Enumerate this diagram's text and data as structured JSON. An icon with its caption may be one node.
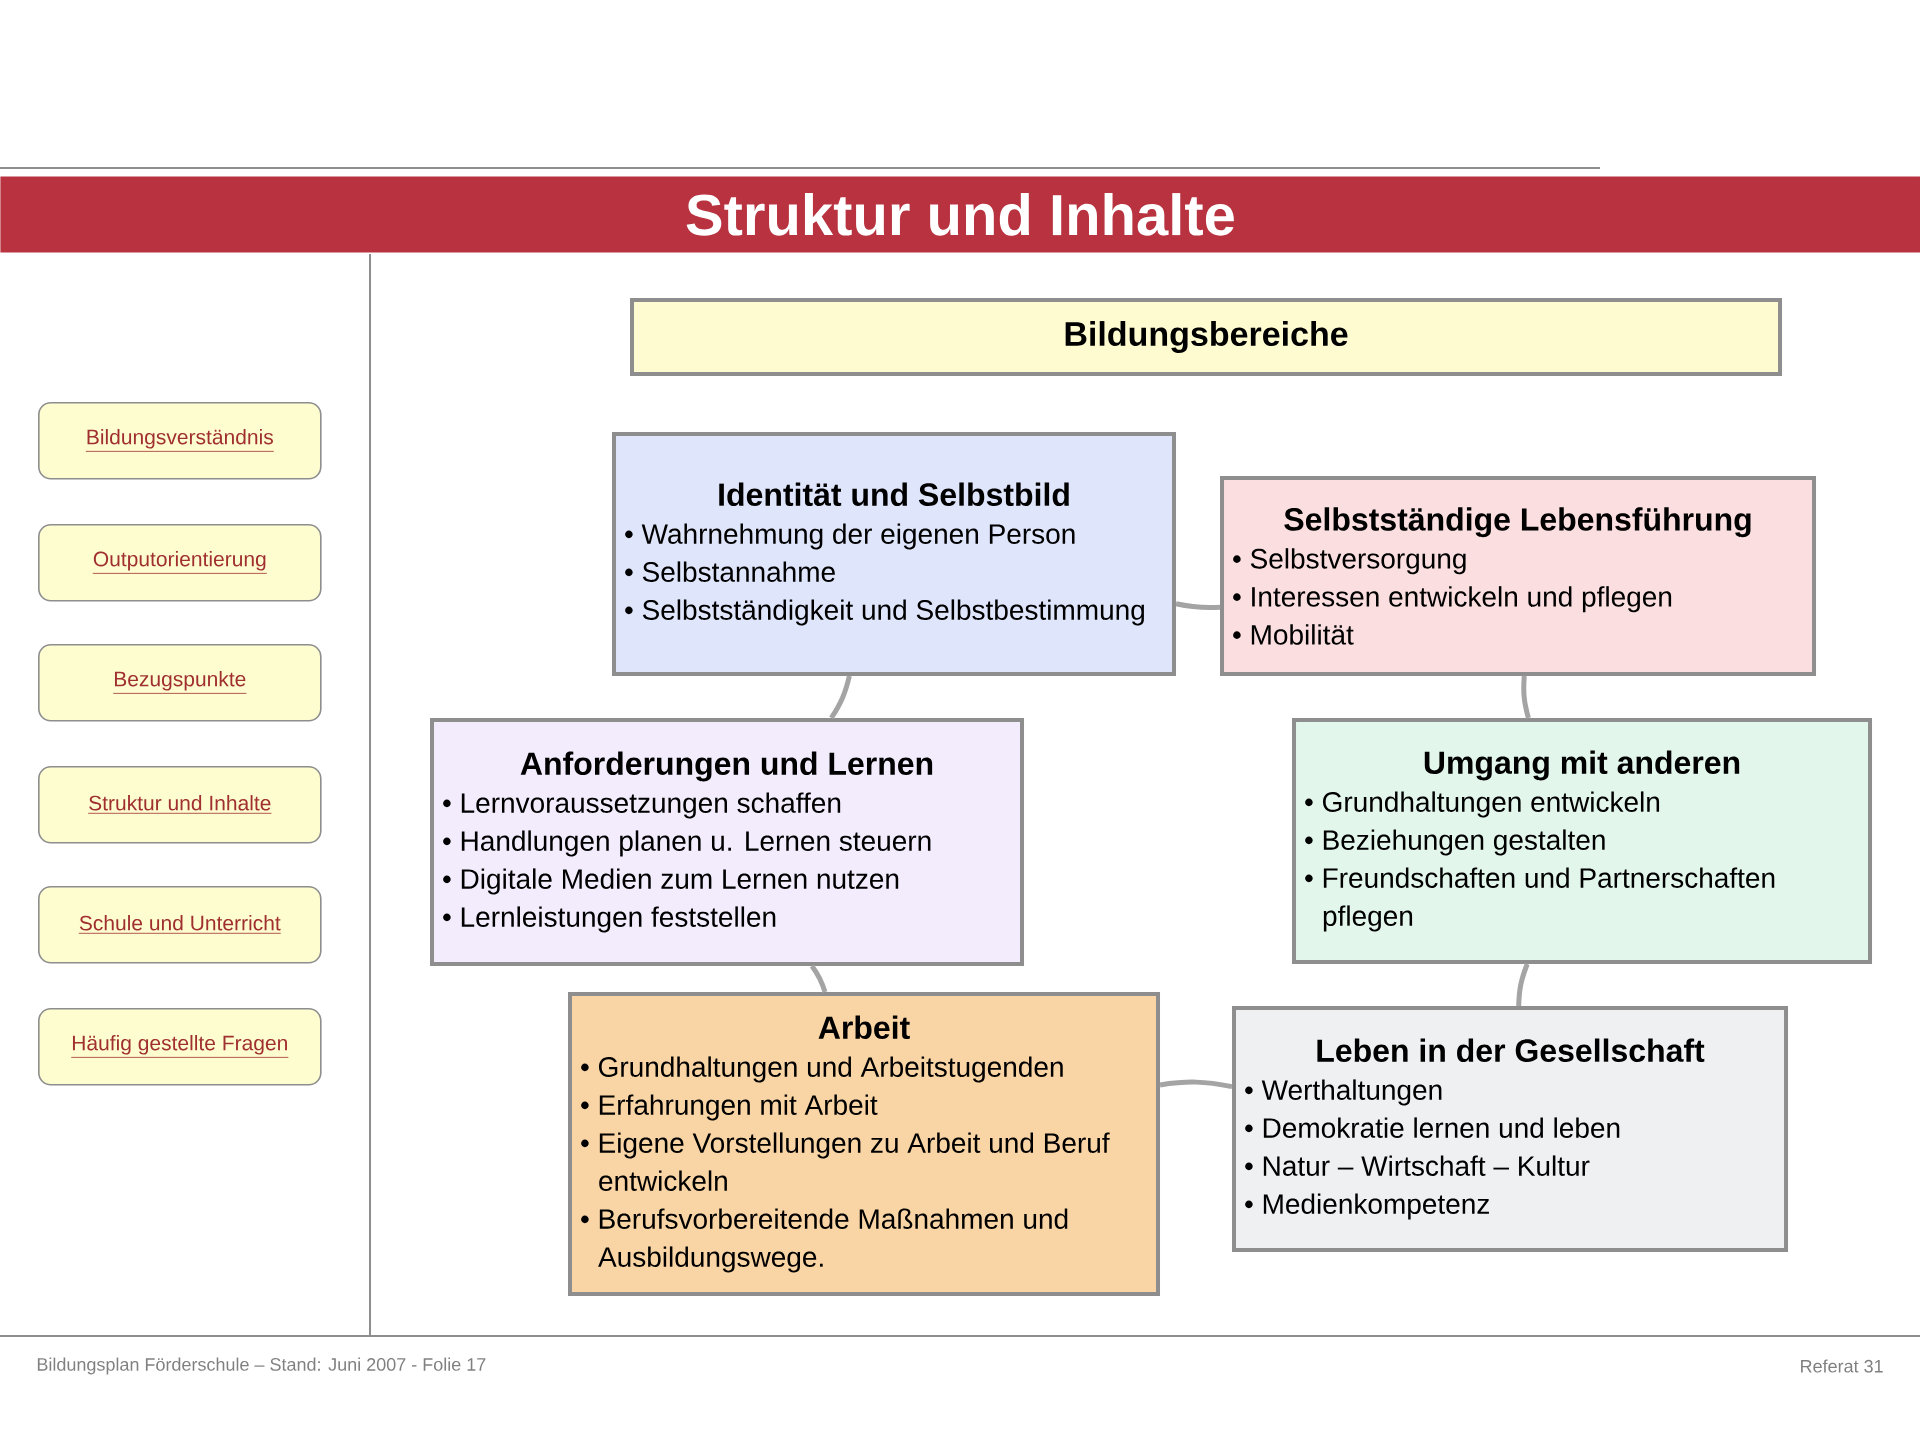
{
  "diagram": {
    "title": "Struktur und Inhalte",
    "nodes": [
      {
        "text": [
          "Bildungsbereiche"
        ]
      },
      {
        "text": [
          "Identität und Selbstbild",
          "• Wahrnehmung der eigenen Person",
          "• Selbstannahme",
          "• Selbstständigkeit und Selbstbestimmung"
        ]
      },
      {
        "text": [
          "Selbstständige Lebensführung",
          "• Selbstversorgung",
          "• Interessen entwickeln und pflegen",
          "• Mobilität"
        ]
      },
      {
        "text": [
          "Umgang mit anderen",
          "• Grundhaltungen entwickeln",
          "• Beziehungen gestalten",
          "• Freundschaften und Partnerschaften pflegen"
        ]
      },
      {
        "text": [
          "Leben in der Gesellschaft",
          "• Werthaltungen",
          "• Demokratie lernen und leben",
          "• Natur – Wirtschaft – Kultur",
          "• Medienkompetenz"
        ]
      },
      {
        "text": [
          "Arbeit",
          "• Grundhaltungen und Arbeitstugenden",
          "• Erfahrungen mit Arbeit",
          "• Eigene Vorstellungen zu Arbeit und Beruf entwickeln",
          "• Berufsvorbereitende Maßnahmen und Ausbildungswege."
        ]
      },
      {
        "text": [
          "Anforderungen und Lernen",
          "• Lernvoraussetzungen schaffen",
          "• Handlungen planen u. Lernen steuern",
          "• Digitale Medien zum Lernen nutzen",
          "• Lernleistungen feststellen"
        ]
      },
      {
        "text": [
          "Bildungsverständnis"
        ]
      },
      {
        "text": [
          "Outputorientierung"
        ]
      },
      {
        "text": [
          "Bezugspunkte"
        ]
      },
      {
        "text": [
          "Struktur und Inhalte"
        ]
      },
      {
        "text": [
          "Schule und Unterricht"
        ]
      },
      {
        "text": [
          "Häufig gestellte Fragen"
        ]
      }
    ],
    "edges": [
      {
        "from": 1,
        "to": 2,
        "arrow": "none"
      },
      {
        "from": 2,
        "to": 3,
        "arrow": "none"
      },
      {
        "from": 3,
        "to": 4,
        "arrow": "none"
      },
      {
        "from": 4,
        "to": 5,
        "arrow": "none"
      },
      {
        "from": 5,
        "to": 6,
        "arrow": "none"
      },
      {
        "from": 6,
        "to": 1,
        "arrow": "none"
      }
    ],
    "labels": [
      "Bildungsplan Förderschule – Stand: Juni 2007 - Folie 17",
      "Referat 31"
    ]
  }
}
